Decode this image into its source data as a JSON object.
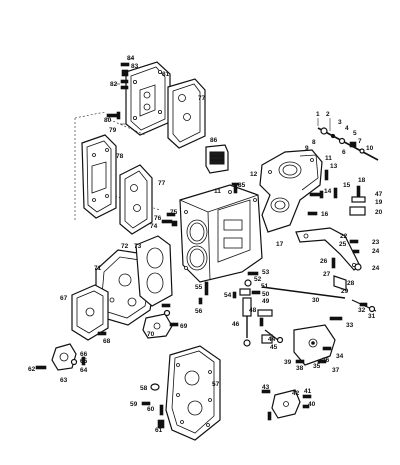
{
  "callouts": [
    "84",
    "83",
    "81",
    "82",
    "77",
    "80",
    "79",
    "86",
    "78",
    "77",
    "11",
    "85",
    "12",
    "11",
    "13",
    "14",
    "15",
    "16",
    "18",
    "47",
    "19",
    "20",
    "17",
    "22",
    "25",
    "23",
    "24",
    "26",
    "27",
    "28",
    "29",
    "24",
    "72",
    "73",
    "71",
    "76",
    "74",
    "75",
    "67",
    "69",
    "70",
    "68",
    "55",
    "56",
    "53",
    "52",
    "54",
    "51",
    "50",
    "49",
    "48",
    "46",
    "30",
    "31",
    "32",
    "33",
    "34",
    "35",
    "36",
    "37",
    "38",
    "39",
    "57",
    "58",
    "59",
    "60",
    "61",
    "63",
    "64",
    "65",
    "66",
    "62",
    "43",
    "42",
    "41",
    "40",
    "44",
    "45",
    "1",
    "2",
    "3",
    "4",
    "5",
    "6",
    "7",
    "8",
    "9",
    "10"
  ]
}
